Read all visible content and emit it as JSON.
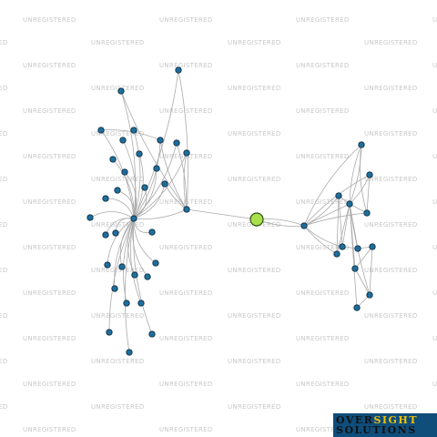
{
  "watermark_text": "UNREGISTERED",
  "colors": {
    "background": "#ffffff",
    "edge": "#aaaaaa",
    "node_fill": "#1f6e9c",
    "focus_node_fill": "#a8e04a",
    "watermark": "#c8c8c8",
    "logo_background": "#0f4d7a",
    "logo_accent": "#f2c100"
  },
  "logo": {
    "line1_part1": "OVER",
    "line1_part2": "SIGHT",
    "line2": "SOLUTIONS"
  }
}
